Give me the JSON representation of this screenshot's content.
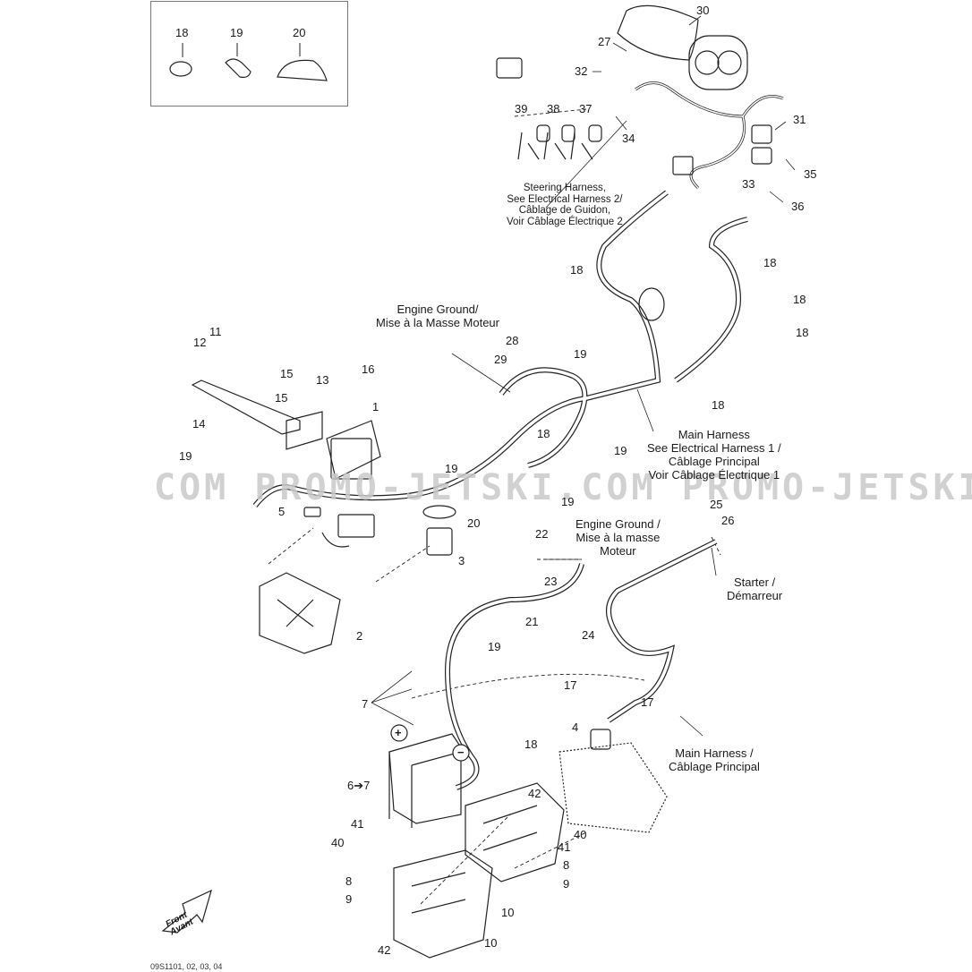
{
  "inset": {
    "items": [
      {
        "number": "18",
        "part": "small-tie-clamp"
      },
      {
        "number": "19",
        "part": "tie-clamp"
      },
      {
        "number": "20",
        "part": "large-tie-clamp"
      }
    ]
  },
  "watermark": "COM PROMO-JETSKI.COM PROMO-JETSKI",
  "callouts": [
    {
      "id": "c30",
      "text": "30"
    },
    {
      "id": "c27",
      "text": "27"
    },
    {
      "id": "c32",
      "text": "32"
    },
    {
      "id": "c39",
      "text": "39"
    },
    {
      "id": "c38",
      "text": "38"
    },
    {
      "id": "c37",
      "text": "37"
    },
    {
      "id": "c34",
      "text": "34"
    },
    {
      "id": "c31",
      "text": "31"
    },
    {
      "id": "c35",
      "text": "35"
    },
    {
      "id": "c33",
      "text": "33"
    },
    {
      "id": "c36",
      "text": "36"
    },
    {
      "id": "c18a",
      "text": "18"
    },
    {
      "id": "c18b",
      "text": "18"
    },
    {
      "id": "c18c",
      "text": "18"
    },
    {
      "id": "c18d",
      "text": "18"
    },
    {
      "id": "c18e",
      "text": "18"
    },
    {
      "id": "c18f",
      "text": "18"
    },
    {
      "id": "c18g",
      "text": "18"
    },
    {
      "id": "c11",
      "text": "11"
    },
    {
      "id": "c12",
      "text": "12"
    },
    {
      "id": "c16",
      "text": "16"
    },
    {
      "id": "c15a",
      "text": "15"
    },
    {
      "id": "c15b",
      "text": "15"
    },
    {
      "id": "c13",
      "text": "13"
    },
    {
      "id": "c14",
      "text": "14"
    },
    {
      "id": "c1",
      "text": "1"
    },
    {
      "id": "c28",
      "text": "28"
    },
    {
      "id": "c29",
      "text": "29"
    },
    {
      "id": "c19a",
      "text": "19"
    },
    {
      "id": "c19b",
      "text": "19"
    },
    {
      "id": "c19c",
      "text": "19"
    },
    {
      "id": "c19d",
      "text": "19"
    },
    {
      "id": "c19e",
      "text": "19"
    },
    {
      "id": "c19f",
      "text": "19"
    },
    {
      "id": "c5",
      "text": "5"
    },
    {
      "id": "c20",
      "text": "20"
    },
    {
      "id": "c3",
      "text": "3"
    },
    {
      "id": "c2",
      "text": "2"
    },
    {
      "id": "c25",
      "text": "25"
    },
    {
      "id": "c26",
      "text": "26"
    },
    {
      "id": "c22",
      "text": "22"
    },
    {
      "id": "c23",
      "text": "23"
    },
    {
      "id": "c21",
      "text": "21"
    },
    {
      "id": "c24",
      "text": "24"
    },
    {
      "id": "c7",
      "text": "7"
    },
    {
      "id": "c17a",
      "text": "17"
    },
    {
      "id": "c17b",
      "text": "17"
    },
    {
      "id": "c4",
      "text": "4"
    },
    {
      "id": "c6",
      "text": "6➔7"
    },
    {
      "id": "c42a",
      "text": "42"
    },
    {
      "id": "c42b",
      "text": "42"
    },
    {
      "id": "c41a",
      "text": "41"
    },
    {
      "id": "c40a",
      "text": "40"
    },
    {
      "id": "c41b",
      "text": "41"
    },
    {
      "id": "c40b",
      "text": "40"
    },
    {
      "id": "c8a",
      "text": "8"
    },
    {
      "id": "c9a",
      "text": "9"
    },
    {
      "id": "c8b",
      "text": "8"
    },
    {
      "id": "c9b",
      "text": "9"
    },
    {
      "id": "c10a",
      "text": "10"
    },
    {
      "id": "c10b",
      "text": "10"
    }
  ],
  "notes": {
    "steering_harness": [
      "Steering Harness,",
      "See Electrical Harness 2/",
      "Câblage de Guidon,",
      "Voir Câblage Électrique 2"
    ],
    "engine_ground_top": [
      "Engine Ground/",
      "Mise à la Masse Moteur"
    ],
    "main_harness_top": [
      "Main Harness",
      "See Electrical Harness 1 /",
      "Câblage Principal",
      "Voir Câblage Électrique 1"
    ],
    "engine_ground_mid": [
      "Engine Ground /",
      "Mise à la masse",
      "Moteur"
    ],
    "starter": [
      "Starter /",
      "Démarreur"
    ],
    "main_harness_bottom": [
      "Main Harness /",
      "Câblage Principal"
    ]
  },
  "battery_terminals": {
    "positive": "+",
    "negative": "−"
  },
  "front_arrow": {
    "line1": "Front",
    "line2": "Avant"
  },
  "doc_reference": "09S1101, 02, 03, 04"
}
